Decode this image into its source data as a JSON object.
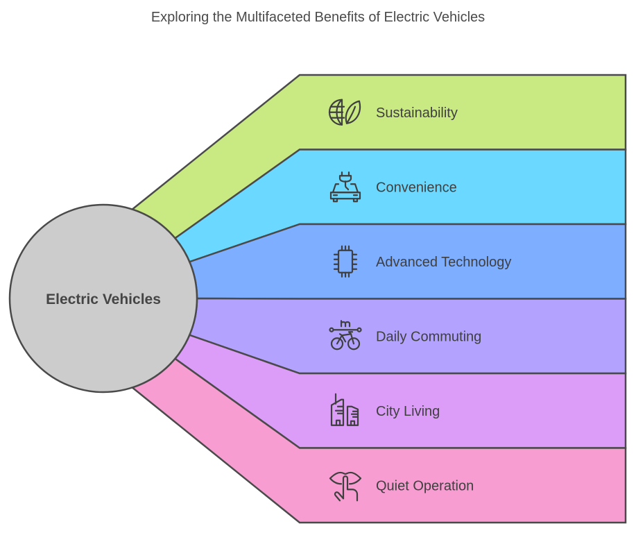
{
  "title": "Exploring the Multifaceted Benefits of Electric Vehicles",
  "center": {
    "label": "Electric Vehicles",
    "color": "#CCCCCC"
  },
  "stroke_color": "#4A4A4A",
  "items": [
    {
      "label": "Sustainability",
      "icon": "globe-leaf-icon",
      "color": "#C9E983"
    },
    {
      "label": "Convenience",
      "icon": "electric-car-plug-icon",
      "color": "#6BD9FF"
    },
    {
      "label": "Advanced Technology",
      "icon": "microchip-icon",
      "color": "#7EAEFF"
    },
    {
      "label": "Daily Commuting",
      "icon": "bicycle-distance-icon",
      "color": "#B3A3FF"
    },
    {
      "label": "City Living",
      "icon": "city-buildings-icon",
      "color": "#DC9DF9"
    },
    {
      "label": "Quiet Operation",
      "icon": "silence-finger-lips-icon",
      "color": "#F79DD1"
    }
  ]
}
